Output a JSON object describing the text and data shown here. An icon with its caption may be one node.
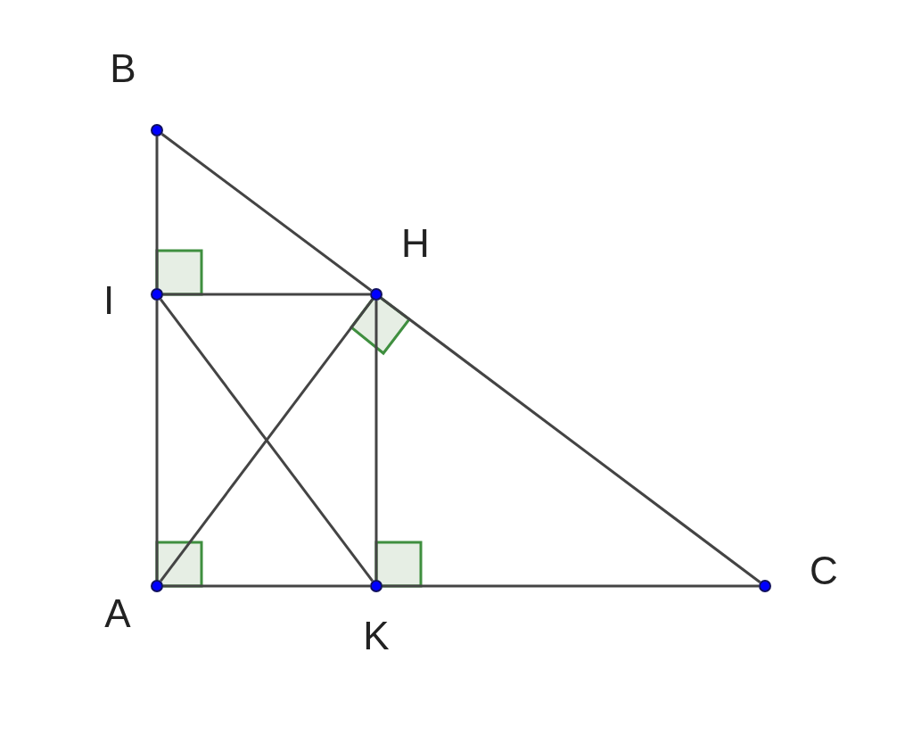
{
  "diagram": {
    "nodes": [
      {
        "text": [],
        "shape": "circle",
        "beside": [
          "B"
        ]
      },
      {
        "text": [],
        "shape": "circle",
        "beside": [
          "I"
        ]
      },
      {
        "text": [],
        "shape": "circle",
        "beside": [
          "H"
        ]
      },
      {
        "text": [],
        "shape": "circle",
        "beside": [
          "A"
        ]
      },
      {
        "text": [],
        "shape": "circle",
        "beside": [
          "K"
        ]
      },
      {
        "text": [],
        "shape": "circle",
        "beside": [
          "C"
        ]
      }
    ],
    "edges": [
      {
        "from": 0,
        "to": 1,
        "arrow": "none"
      },
      {
        "from": 1,
        "to": 3,
        "arrow": "none"
      },
      {
        "from": 0,
        "to": 2,
        "arrow": "none"
      },
      {
        "from": 2,
        "to": 5,
        "arrow": "none"
      },
      {
        "from": 1,
        "to": 2,
        "arrow": "none"
      },
      {
        "from": 1,
        "to": 4,
        "arrow": "none"
      },
      {
        "from": 3,
        "to": 2,
        "arrow": "none"
      },
      {
        "from": 2,
        "to": 4,
        "arrow": "none"
      },
      {
        "from": 3,
        "to": 4,
        "arrow": "none"
      },
      {
        "from": 4,
        "to": 5,
        "arrow": "none"
      }
    ]
  }
}
